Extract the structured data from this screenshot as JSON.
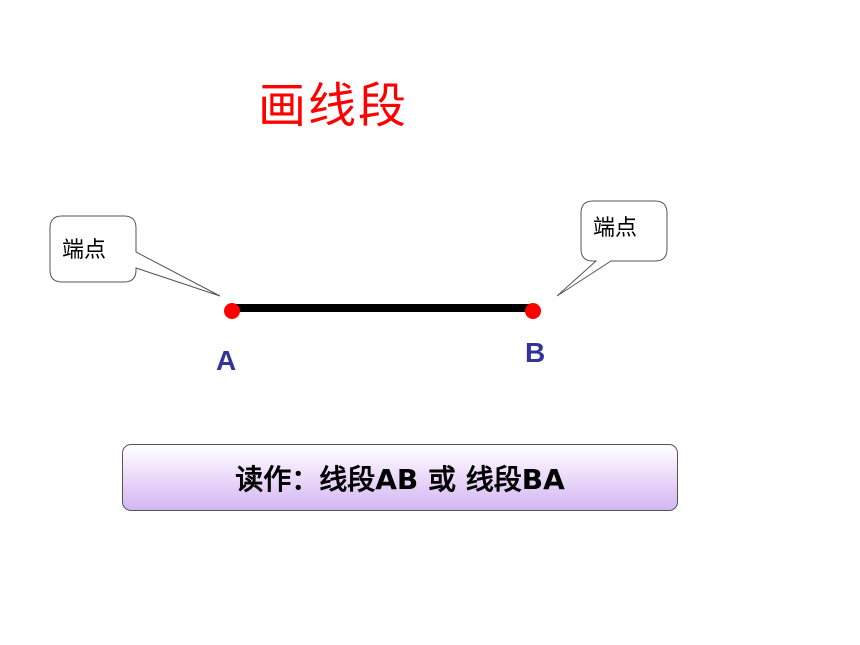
{
  "title": "画线段",
  "callouts": {
    "left": "端点",
    "right": "端点"
  },
  "points": {
    "a": "A",
    "b": "B"
  },
  "reading": "读作：线段AB 或 线段BA",
  "colors": {
    "title": "#ff0000",
    "segment": "#000000",
    "endpoint": "#ff0000",
    "point_label": "#333399",
    "box_gradient_bottom": "#d2b6f2"
  }
}
